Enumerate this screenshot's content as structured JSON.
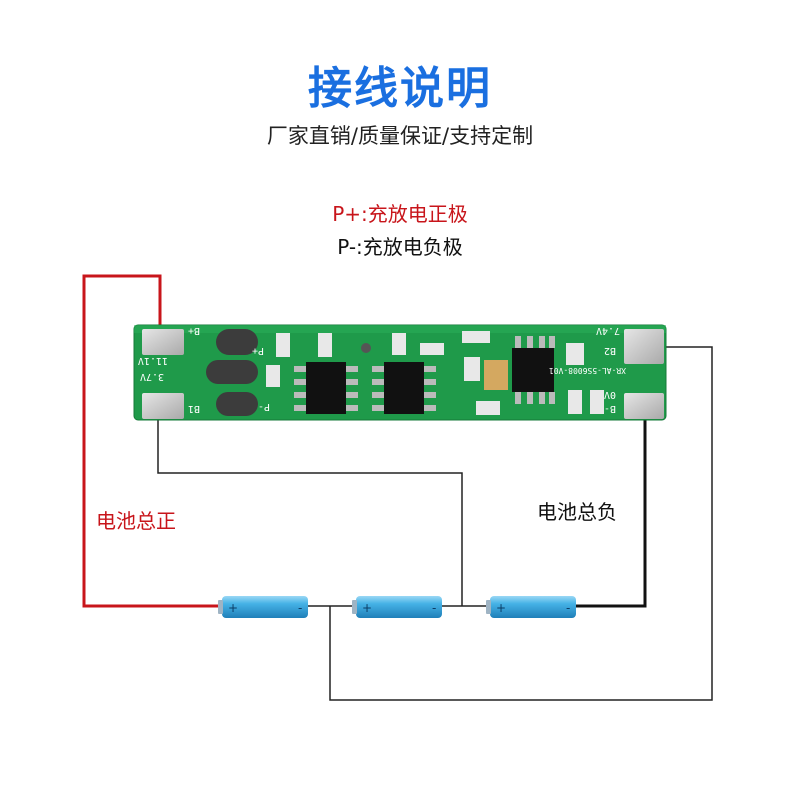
{
  "header": {
    "title": "接线说明",
    "subtitle": "厂家直销/质量保证/支持定制"
  },
  "legend": {
    "p_plus": "P+:充放电正极",
    "p_minus": "P-:充放电负极"
  },
  "labels": {
    "battery_total_positive": "电池总正",
    "battery_total_negative": "电池总负"
  },
  "board": {
    "silkscreen_b_plus": "B+",
    "silkscreen_p_plus": "P+",
    "silkscreen_p_minus": "P-",
    "silkscreen_b1": "B1",
    "silkscreen_b2": "B2",
    "silkscreen_b_minus": "B-",
    "silkscreen_11v": "11.1V",
    "silkscreen_37v": "3.7V",
    "silkscreen_74v": "7.4V",
    "silkscreen_0v": "0V",
    "silkscreen_model": "XR-AL-5S6008-V01"
  },
  "batteries": [
    {
      "plus": "+",
      "minus": "-"
    },
    {
      "plus": "+",
      "minus": "-"
    },
    {
      "plus": "+",
      "minus": "-"
    }
  ],
  "colors": {
    "title": "#1a6fe0",
    "positive_wire": "#c8151b",
    "board": "#1f9a4a",
    "battery": "#3aa5dc"
  }
}
